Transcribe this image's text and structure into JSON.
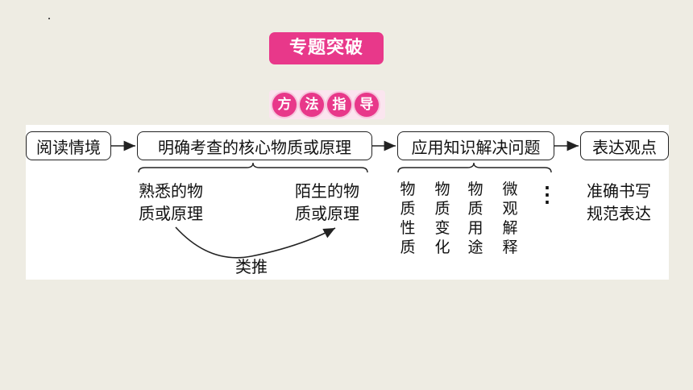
{
  "header": {
    "title": "专题突破"
  },
  "method": {
    "chars": [
      "方",
      "法",
      "指",
      "导"
    ]
  },
  "flow": {
    "step1": "阅读情境",
    "step2": "明确考查的核心物质或原理",
    "step3": "应用知识解决问题",
    "step4": "表达观点"
  },
  "detail": {
    "familiar_line1": "熟悉的物",
    "familiar_line2": "质或原理",
    "unfamiliar_line1": "陌生的物",
    "unfamiliar_line2": "质或原理",
    "analogy": "类推",
    "columns": [
      "物质性质",
      "物质变化",
      "物质用途",
      "微观解释"
    ],
    "ellipsis": "⋮",
    "expression_line1": "准确书写",
    "expression_line2": "规范表达"
  },
  "colors": {
    "accent": "#e8388a",
    "background": "#eeece3"
  }
}
